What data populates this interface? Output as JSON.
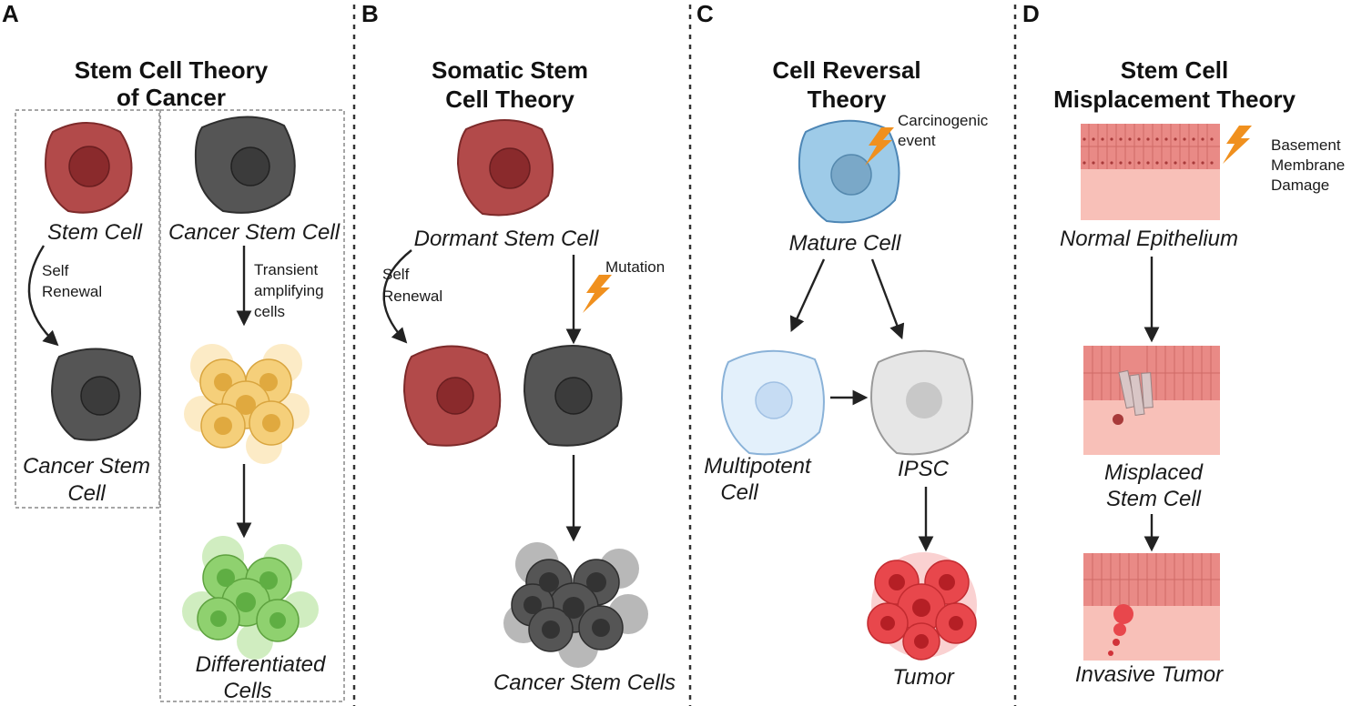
{
  "panels": {
    "A": {
      "letter": "A",
      "title_line1": "Stem Cell Theory",
      "title_line2": "of Cancer",
      "stem_cell": "Stem Cell",
      "cancer_stem_cell_top": "Cancer Stem Cell",
      "self_line1": "Self",
      "self_line2": "Renewal",
      "transient_line1": "Transient",
      "transient_line2": "amplifying",
      "transient_line3": "cells",
      "cancer_line1": "Cancer Stem",
      "cancer_line2": "Cell",
      "diff_line1": "Differentiated",
      "diff_line2": "Cells"
    },
    "B": {
      "letter": "B",
      "title_line1": "Somatic Stem",
      "title_line2": "Cell Theory",
      "dormant": "Dormant Stem Cell",
      "self_line1": "Self",
      "self_line2": "Renewal",
      "mutation": "Mutation",
      "cancer_cells": "Cancer Stem Cells"
    },
    "C": {
      "letter": "C",
      "title_line1": "Cell Reversal",
      "title_line2": "Theory",
      "event_line1": "Carcinogenic",
      "event_line2": "event",
      "mature": "Mature Cell",
      "multi_line1": "Multipotent",
      "multi_line2": "Cell",
      "ipsc": "IPSC",
      "tumor": "Tumor"
    },
    "D": {
      "letter": "D",
      "title_line1": "Stem Cell",
      "title_line2": "Misplacement Theory",
      "damage_line1": "Basement",
      "damage_line2": "Membrane",
      "damage_line3": "Damage",
      "normal": "Normal Epithelium",
      "misplaced_line1": "Misplaced",
      "misplaced_line2": "Stem Cell",
      "invasive": "Invasive Tumor"
    }
  },
  "colors": {
    "stem_cell": "#b24a4a",
    "cancer_cell": "#555555",
    "transient_cells": "#f5cf7a",
    "differentiated_cells": "#8fd16f",
    "mature_cell": "#9ecbe8",
    "multipotent_cell": "#e3f0fb",
    "ipsc_cell": "#e6e6e6",
    "tumor": "#e8474c",
    "lightning": "#f0901e",
    "epithelium": "#e98a86",
    "stroma": "#f8c0b8"
  }
}
